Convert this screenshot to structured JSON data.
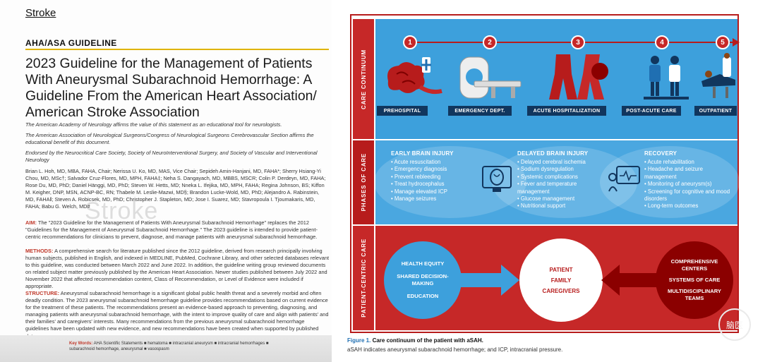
{
  "left": {
    "journal": "Stroke",
    "kicker": "AHA/ASA GUIDELINE",
    "title": "2023 Guideline for the Management of Patients With Aneurysmal Subarachnoid Hemorrhage: A Guideline From the American Heart Association/ American Stroke Association",
    "endorse1": "The American Academy of Neurology affirms the value of this statement as an educational tool for neurologists.",
    "endorse2": "The American Association of Neurological Surgeons/Congress of Neurological Surgeons Cerebrovascular Section affirms the educational benefit of this document.",
    "endorse3": "Endorsed by the Neurocritical Care Society, Society of NeuroInterventional Surgery, and Society of Vascular and Interventional Neurology",
    "authors": "Brian L. Hoh, MD, MBA, FAHA, Chair; Nerissa U. Ko, MD, MAS, Vice Chair; Sepideh Amin-Hanjani, MD, FAHA*; Sherry Hsiang-Yi Chou, MD, MSc†; Salvador Cruz-Flores, MD, MPH, FAHA‡; Neha S. Dangayach, MD, MBBS, MSCR; Colin P. Derdeyn, MD, FAHA; Rose Du, MD, PhD; Daniel Hänggi, MD, PhD; Steven W. Hetts, MD; Nneka L. Ifejika, MD, MPH, FAHA; Regina Johnson, BS; Kiffon M. Keigher, DNP, MSN, ACNP-BC, RN; Thabele M. Leslie-Mazwi, MD§; Brandon Lucke-Wold, MD, PhD; Alejandro A. Rabinstein, MD, FAHA‖; Steven A. Robicsek, MD, PhD; Christopher J. Stapleton, MD; Jose I. Suarez, MD; Stavropoula I. Tjoumakaris, MD, FAHA; Babu G. Welch, MD#",
    "watermark": "Stroke",
    "aim_label": "AIM:",
    "aim_text": " The \"2023 Guideline for the Management of Patients With Aneurysmal Subarachnoid Hemorrhage\" replaces the 2012 \"Guidelines for the Management of Aneurysmal Subarachnoid Hemorrhage.\" The 2023 guideline is intended to provide patient-centric recommendations for clinicians to prevent, diagnose, and manage patients with aneurysmal subarachnoid hemorrhage.",
    "methods_label": "METHODS:",
    "methods_text": " A comprehensive search for literature published since the 2012 guideline, derived from research principally involving human subjects, published in English, and indexed in MEDLINE, PubMed, Cochrane Library, and other selected databases relevant to this guideline, was conducted between March 2022 and June 2022. In addition, the guideline writing group reviewed documents on related subject matter previously published by the American Heart Association. Newer studies published between July 2022 and November 2022 that affected recommendation content, Class of Recommendation, or Level of Evidence were included if appropriate.",
    "structure_label": "STRUCTURE:",
    "structure_text": " Aneurysmal subarachnoid hemorrhage is a significant global public health threat and a severely morbid and often deadly condition. The 2023 aneurysmal subarachnoid hemorrhage guideline provides recommendations based on current evidence for the treatment of these patients. The recommendations present an evidence-based approach to preventing, diagnosing, and managing patients with aneurysmal subarachnoid hemorrhage, with the intent to improve quality of care and align with patients' and their families' and caregivers' interests. Many recommendations from the previous aneurysmal subarachnoid hemorrhage guidelines have been updated with new evidence, and new recommendations have been created when supported by published data.",
    "keywords_label": "Key Words:",
    "keywords_text": " AHA Scientific Statements ■ hematoma ■ intracranial aneurysm ■ intracranial hemorrhages ■ subarachnoid hemorrhage, aneurysmal ■ vasospasm"
  },
  "figure": {
    "section_care": "CARE CONTINUUM",
    "section_phases": "PHASES OF CARE",
    "section_patient": "PATIENT-CENTRIC CARE",
    "stages": [
      {
        "num": "1",
        "label": "PREHOSPITAL"
      },
      {
        "num": "2",
        "label": "EMERGENCY DEPT."
      },
      {
        "num": "3",
        "label": "ACUTE HOSPITALIZATION"
      },
      {
        "num": "4",
        "label": "POST-ACUTE CARE"
      },
      {
        "num": "5",
        "label": "OUTPATIENT"
      }
    ],
    "phases": [
      {
        "title": "EARLY BRAIN INJURY",
        "items": [
          "Acute resuscitation",
          "Emergency diagnosis",
          "Prevent rebleeding",
          "Treat hydrocephalus",
          "Manage elevated ICP",
          "Manage seizures"
        ]
      },
      {
        "title": "DELAYED BRAIN INJURY",
        "items": [
          "Delayed cerebral ischemia",
          "Sodium dysregulation",
          "Systemic complications",
          "Fever and temperature management",
          "Glucose management",
          "Nutritional support"
        ]
      },
      {
        "title": "RECOVERY",
        "items": [
          "Acute rehabilitation",
          "Headache and seizure management",
          "Monitoring of aneurysm(s)",
          "Screening for cognitive and mood disorders",
          "Long-term outcomes"
        ]
      }
    ],
    "left_circle": [
      "HEALTH EQUITY",
      "SHARED DECISION-MAKING",
      "EDUCATION"
    ],
    "center_circle": [
      "PATIENT",
      "FAMILY",
      "CAREGIVERS"
    ],
    "right_circle": [
      "COMPREHENSIVE CENTERS",
      "SYSTEMS OF CARE",
      "MULTIDISCIPLINARY TEAMS"
    ],
    "caption_fig": "Figure 1.",
    "caption_title": " Care continuum of the patient with aSAH.",
    "caption_body": "aSAH indicates aneurysmal subarachnoid hemorrhage; and ICP, intracranial pressure.",
    "colors": {
      "blue": "#3da0dc",
      "red": "#c62828",
      "navy": "#11365e",
      "dark_red": "#8b0000"
    }
  },
  "corner_logo": "脑医"
}
